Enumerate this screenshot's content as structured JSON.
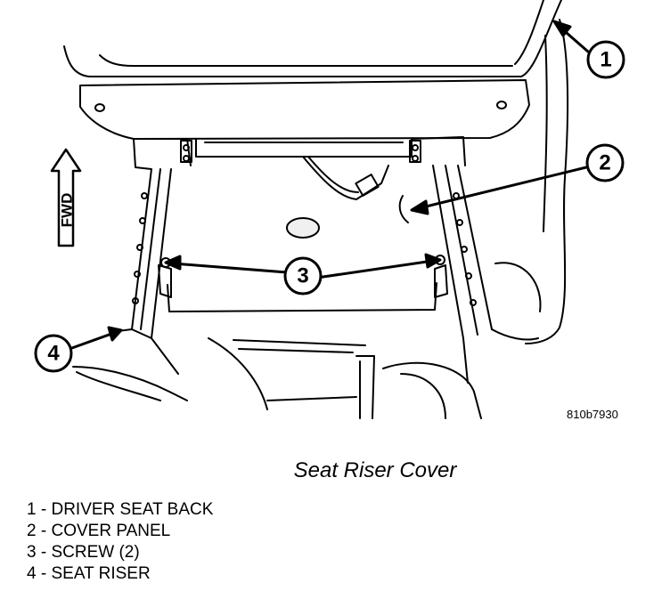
{
  "figure_id": "810b7930",
  "caption": "Seat Riser Cover",
  "orientation_label": "FWD",
  "callouts": [
    "1",
    "2",
    "3",
    "4"
  ],
  "legend": [
    {
      "number": "1",
      "text": "DRIVER SEAT BACK"
    },
    {
      "number": "2",
      "text": "COVER PANEL"
    },
    {
      "number": "3",
      "text": "SCREW (2)"
    },
    {
      "number": "4",
      "text": "SEAT RISER"
    }
  ],
  "legend_separator": " - "
}
